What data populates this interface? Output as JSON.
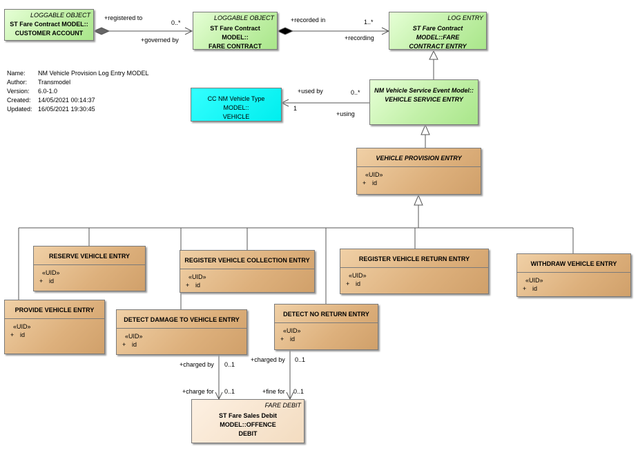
{
  "metadata": {
    "name_key": "Name:",
    "name": "NM Vehicle Provision Log Entry MODEL",
    "author_key": "Author:",
    "author": "Transmodel",
    "version_key": "Version:",
    "version": "6.0-1.0",
    "created_key": "Created:",
    "created": "14/05/2021 00:14:37",
    "updated_key": "Updated:",
    "updated": "16/05/2021 19:30:45"
  },
  "classes": {
    "customer_account": {
      "stereotype": "LOGGABLE OBJECT",
      "title": "ST Fare Contract MODEL::\nCUSTOMER ACCOUNT"
    },
    "fare_contract": {
      "stereotype": "LOGGABLE OBJECT",
      "title": "ST Fare Contract MODEL::\nFARE CONTRACT"
    },
    "fare_contract_entry": {
      "stereotype": "LOG ENTRY",
      "title": "ST Fare Contract MODEL::FARE\nCONTRACT ENTRY"
    },
    "vehicle_service_entry": {
      "title": "NM Vehicle Service Event Model::\nVEHICLE SERVICE ENTRY"
    },
    "vehicle": {
      "title": "CC NM Vehicle Type MODEL::\nVEHICLE"
    },
    "vehicle_provision_entry": {
      "title": "VEHICLE PROVISION ENTRY",
      "uid": "«UID»",
      "vis": "+",
      "attr": "id"
    },
    "reserve_vehicle_entry": {
      "title": "RESERVE VEHICLE ENTRY",
      "uid": "«UID»",
      "vis": "+",
      "attr": "id"
    },
    "register_vehicle_collection_entry": {
      "title": "REGISTER VEHICLE COLLECTION ENTRY",
      "uid": "«UID»",
      "vis": "+",
      "attr": "id"
    },
    "register_vehicle_return_entry": {
      "title": "REGISTER VEHICLE RETURN ENTRY",
      "uid": "«UID»",
      "vis": "+",
      "attr": "id"
    },
    "withdraw_vehicle_entry": {
      "title": "WITHDRAW VEHICLE ENTRY",
      "uid": "«UID»",
      "vis": "+",
      "attr": "id"
    },
    "provide_vehicle_entry": {
      "title": "PROVIDE VEHICLE ENTRY",
      "uid": "«UID»",
      "vis": "+",
      "attr": "id"
    },
    "detect_damage_to_vehicle_entry": {
      "title": "DETECT DAMAGE TO VEHICLE ENTRY",
      "uid": "«UID»",
      "vis": "+",
      "attr": "id"
    },
    "detect_no_return_entry": {
      "title": "DETECT NO RETURN ENTRY",
      "uid": "«UID»",
      "vis": "+",
      "attr": "id"
    },
    "offence_debit": {
      "stereotype": "FARE DEBIT",
      "title": "ST Fare Sales Debit MODEL::OFFENCE\nDEBIT"
    }
  },
  "labels": {
    "registered_to": "+registered to",
    "mult_0_star_a": "0..*",
    "governed_by": "+governed by",
    "recorded_in": "+recorded in",
    "mult_1_star": "1..*",
    "recording": "+recording",
    "used_by": "+used by",
    "mult_0_star_b": "0..*",
    "mult_1": "1",
    "using": "+using",
    "charged_by_a": "+charged by",
    "mult_01_a": "0..1",
    "charge_for": "+charge for",
    "mult_01_b": "0..1",
    "charged_by_b": "+charged by",
    "mult_01_c": "0..1",
    "fine_for": "+fine for",
    "mult_01_d": "0..1"
  }
}
